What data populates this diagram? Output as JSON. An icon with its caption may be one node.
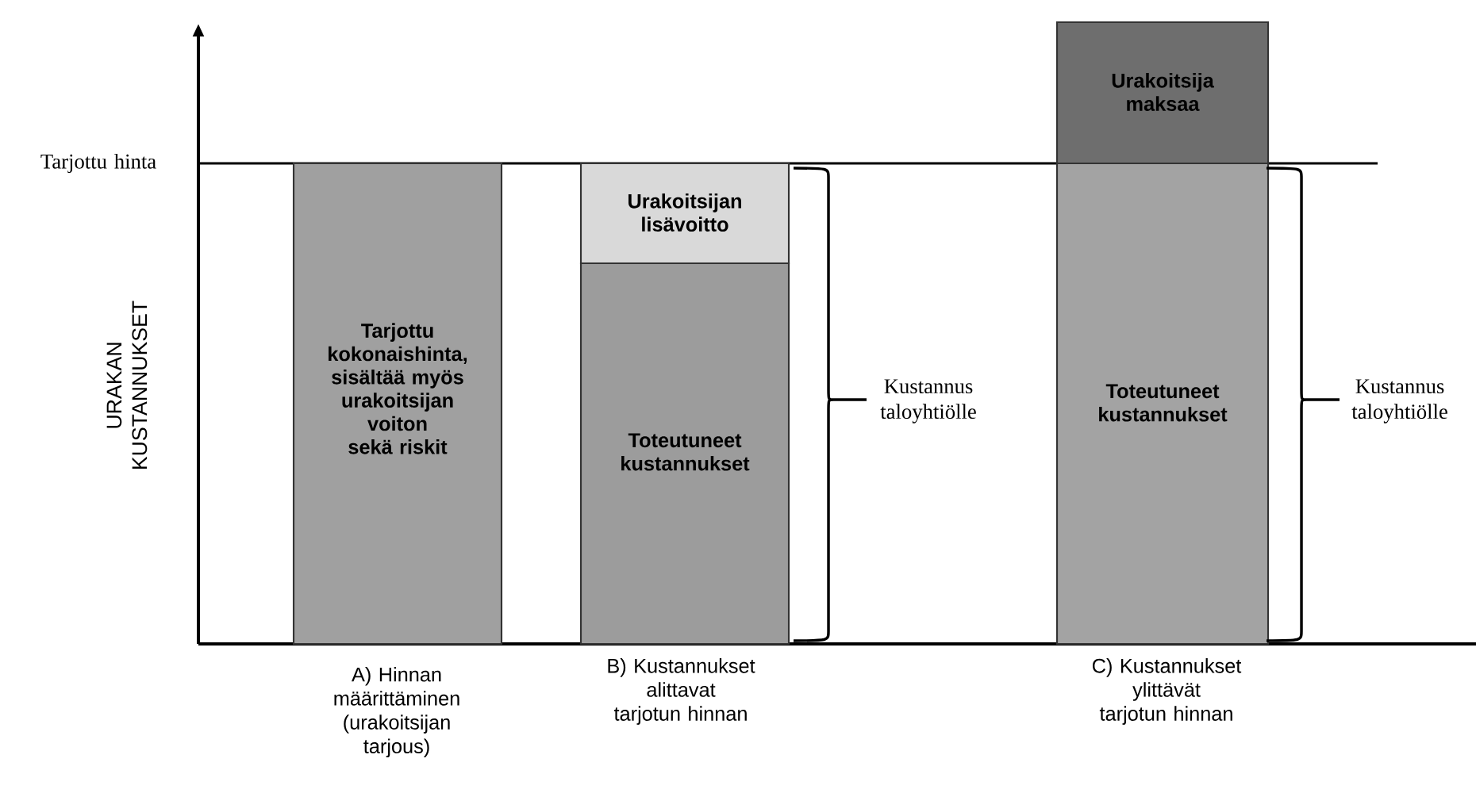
{
  "diagram": {
    "nodes": [
      {
        "text": [
          "Tarjottu kokonaishinta, sisältää myös urakoitsijan voiton sekä riskit"
        ]
      },
      {
        "text": [
          "Urakoitsijan lisävoitto"
        ]
      },
      {
        "text": [
          "Toteutuneet kustannukset"
        ]
      },
      {
        "text": [
          "Urakoitsija maksaa"
        ]
      },
      {
        "text": [
          "Toteutuneet kustannukset"
        ]
      }
    ],
    "labels": [
      "Tarjottu hinta",
      "URAKAN KUSTANNUKSET",
      "Kustannus taloyhtiölle",
      "Kustannus taloyhtiölle",
      "A) Hinnan määrittäminen (urakoitsijan tarjous)",
      "B) Kustannukset alittavat tarjotun hinnan",
      "C) Kustannukset ylittävät tarjotun hinnan"
    ]
  }
}
